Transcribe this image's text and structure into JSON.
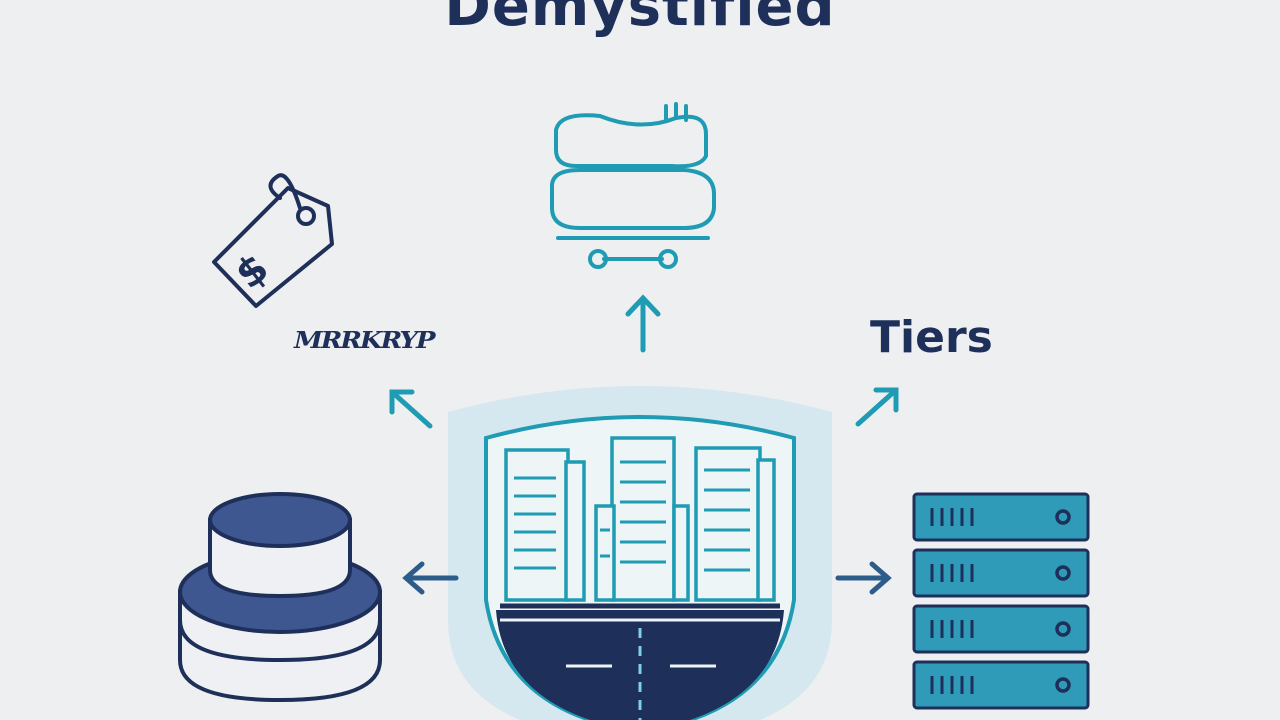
{
  "header": {
    "title": "Demystified"
  },
  "labels": {
    "tiers": "Tiers",
    "scribble": "MRRKRYP"
  },
  "colors": {
    "navy": "#1e2f5a",
    "teal": "#1f9bb4",
    "slate": "#3e5790",
    "pale": "#d6e8ef"
  },
  "icons": {
    "center": "city-shield-icon",
    "top": "stacked-storage-cart-icon",
    "top_left": "price-tag-icon",
    "bottom_left": "database-stack-icon",
    "bottom_right": "server-rack-icon"
  }
}
